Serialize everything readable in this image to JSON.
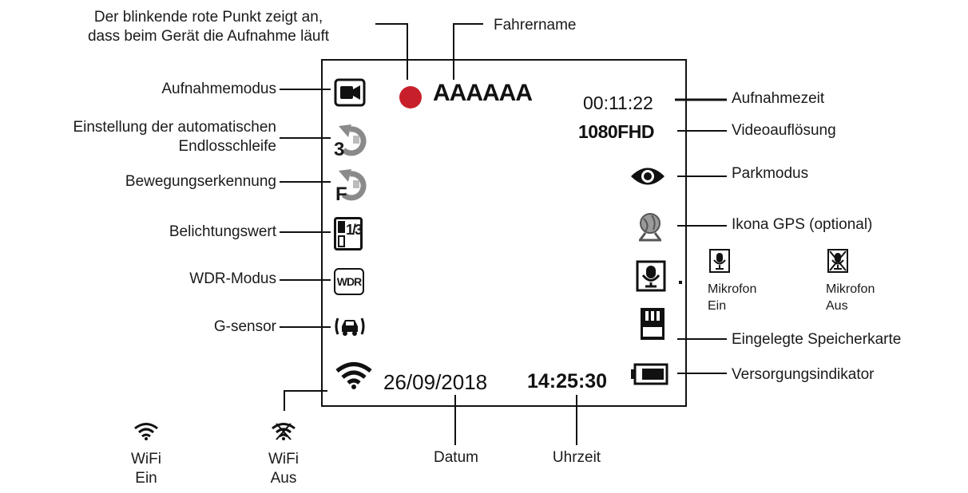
{
  "labels": {
    "rec_dot_line1": "Der blinkende rote Punkt zeigt an,",
    "rec_dot_line2": "dass beim Gerät die Aufnahme läuft",
    "driver_name": "Fahrername",
    "record_mode": "Aufnahmemodus",
    "loop_line1": "Einstellung der automatischen",
    "loop_line2": "Endlosschleife",
    "motion": "Bewegungserkennung",
    "exposure": "Belichtungswert",
    "wdr": "WDR-Modus",
    "gsensor": "G-sensor",
    "record_time": "Aufnahmezeit",
    "resolution": "Videoauflösung",
    "parking": "Parkmodus",
    "gps": "Ikona GPS (optional)",
    "mic_on_line1": "Mikrofon",
    "mic_on_line2": "Ein",
    "mic_off_line1": "Mikrofon",
    "mic_off_line2": "Aus",
    "sdcard": "Eingelegte Speicherkarte",
    "power": "Versorgungsindikator",
    "wifi_on_line1": "WiFi",
    "wifi_on_line2": "Ein",
    "wifi_off_line1": "WiFi",
    "wifi_off_line2": "Aus",
    "date": "Datum",
    "clock": "Uhrzeit"
  },
  "screen": {
    "driver_name_value": "AAAAAA",
    "record_time_value": "00:11:22",
    "resolution_value": "1080FHD",
    "loop_value": "3",
    "motion_value": "F",
    "exposure_value": "1/3",
    "wdr_value": "WDR",
    "date_value": "26/09/2018",
    "time_value": "14:25:30"
  },
  "colors": {
    "record_dot": "#c8202a",
    "line": "#111111"
  },
  "icons": [
    "record-dot-icon",
    "video-camera-icon",
    "loop-icon",
    "motion-detect-icon",
    "exposure-icon",
    "wdr-icon",
    "g-sensor-car-icon",
    "wifi-icon",
    "eye-icon",
    "gps-icon",
    "microphone-icon",
    "microphone-off-icon",
    "sd-card-icon",
    "battery-icon",
    "wifi-off-icon"
  ]
}
